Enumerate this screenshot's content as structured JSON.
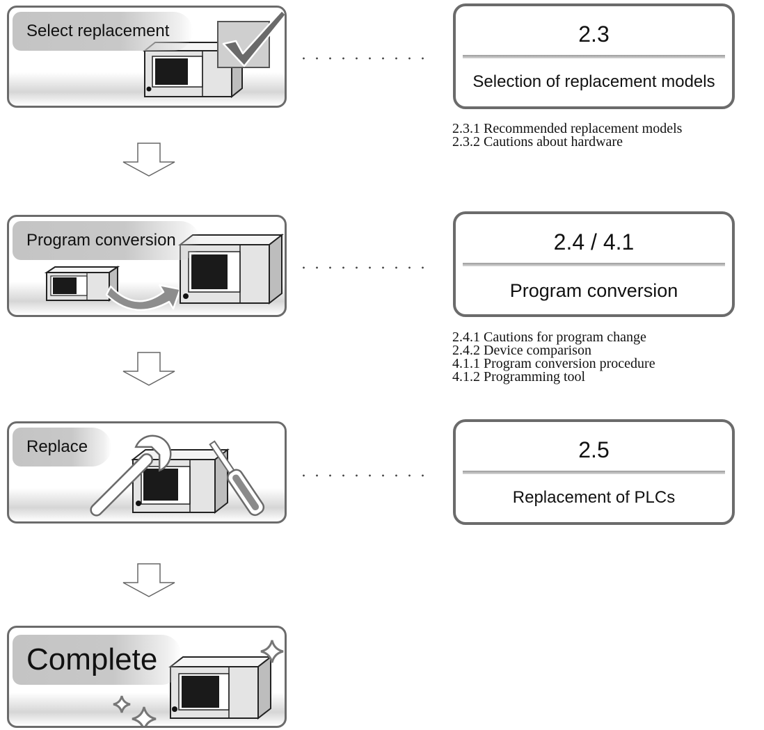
{
  "steps": [
    {
      "label": "Select replacement"
    },
    {
      "label": "Program conversion"
    },
    {
      "label": "Replace"
    },
    {
      "label": "Complete"
    }
  ],
  "references": [
    {
      "number": "2.3",
      "title": "Selection of replacement models",
      "subitems": [
        "2.3.1 Recommended replacement models",
        "2.3.2 Cautions about hardware"
      ]
    },
    {
      "number": "2.4 / 4.1",
      "title": "Program conversion",
      "subitems": [
        "2.4.1 Cautions for program change",
        "2.4.2 Device comparison",
        "4.1.1 Program conversion procedure",
        "4.1.2 Programming tool"
      ]
    },
    {
      "number": "2.5",
      "title": "Replacement of PLCs",
      "subitems": []
    }
  ],
  "icons": [
    "checkmark-icon",
    "plc-unit-icon",
    "curved-arrow-icon",
    "wrench-icon",
    "screwdriver-icon",
    "sparkle-icon",
    "down-arrow-icon"
  ],
  "colors": {
    "border": "#6b6b6b",
    "label_fill": "#c4c4c4",
    "plc_screen": "#1a1a1a",
    "plc_body": "#e2e2e2"
  }
}
